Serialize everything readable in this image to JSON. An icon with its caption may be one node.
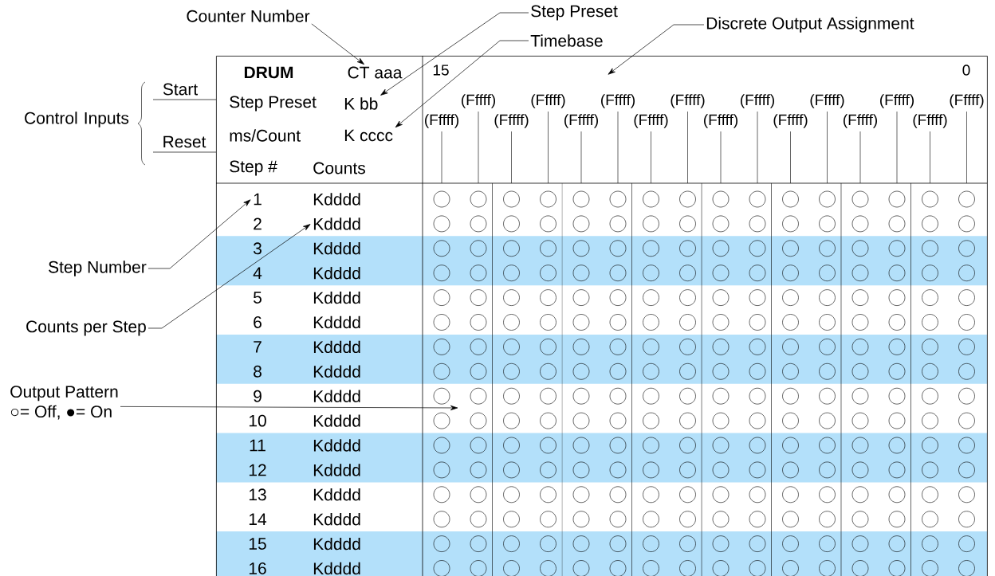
{
  "diagram": {
    "nodes": [
      {
        "text": [
          "Counter Number"
        ]
      },
      {
        "text": [
          "Step Preset"
        ]
      },
      {
        "text": [
          "Timebase"
        ]
      },
      {
        "text": [
          "Discrete Output Assignment"
        ]
      },
      {
        "text": [
          "Step Number"
        ]
      },
      {
        "text": [
          "Counts per Step"
        ]
      },
      {
        "text": [
          "Output Pattern",
          "○= Off, ●= On"
        ]
      },
      {
        "text": [
          "CT aaa"
        ],
        "in": 12
      },
      {
        "text": [
          "K bb"
        ],
        "in": 12
      },
      {
        "text": [
          "K cccc"
        ],
        "in": 12
      },
      {
        "text": [
          "1"
        ],
        "in": 12
      },
      {
        "text": [
          "Kdddd"
        ],
        "in": 12
      },
      {
        "text": [
          "DRUM"
        ]
      }
    ],
    "edges": [
      {
        "from": 0,
        "to": 7,
        "arrow": "to"
      },
      {
        "from": 1,
        "to": 8,
        "arrow": "to"
      },
      {
        "from": 2,
        "to": 9,
        "arrow": "to"
      },
      {
        "from": 3,
        "to": null,
        "arrow": "to"
      },
      {
        "from": 4,
        "to": 10,
        "arrow": "to"
      },
      {
        "from": 5,
        "to": 11,
        "arrow": "to"
      },
      {
        "from": 6,
        "to": null,
        "arrow": "to"
      },
      {
        "from": null,
        "to": 12,
        "arrow": "none",
        "label": "Start"
      },
      {
        "from": null,
        "to": 12,
        "arrow": "none",
        "label": "Reset"
      }
    ],
    "labels": [
      "Control Inputs",
      "Step Preset",
      "ms/Count",
      "Step #",
      "Counts",
      "15",
      "0",
      "(Fffff)",
      "(Fffff)",
      "(Fffff)",
      "(Fffff)",
      "(Fffff)",
      "(Fffff)",
      "(Fffff)",
      "(Fffff)",
      "(Fffff)",
      "(Fffff)",
      "(Fffff)",
      "(Fffff)",
      "(Fffff)",
      "(Fffff)",
      "(Fffff)",
      "(Fffff)",
      "Kdddd",
      "2",
      "3",
      "Kdddd",
      "4",
      "Kdddd",
      "5",
      "Kdddd",
      "6",
      "Kdddd",
      "7",
      "Kdddd",
      "8",
      "Kdddd",
      "9",
      "Kdddd",
      "10",
      "Kdddd",
      "11",
      "Kdddd",
      "12",
      "Kdddd",
      "13",
      "Kdddd",
      "14",
      "Kdddd",
      "15",
      "Kdddd",
      "16",
      "Kdddd"
    ]
  }
}
